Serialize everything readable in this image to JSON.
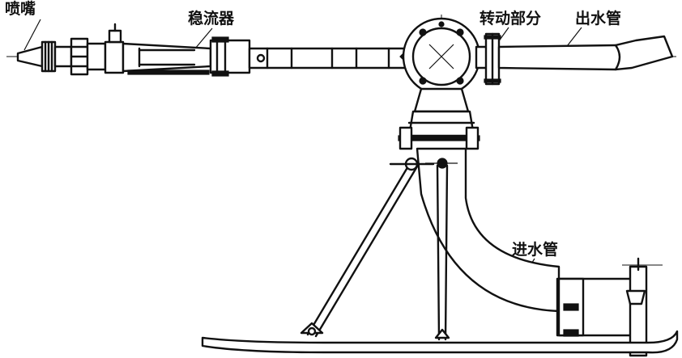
{
  "labels": {
    "nozzle": "喷嘴",
    "stabilizer": "稳流器",
    "rotating_part": "转动部分",
    "outlet_pipe": "出水管",
    "inlet_pipe": "进水管"
  }
}
